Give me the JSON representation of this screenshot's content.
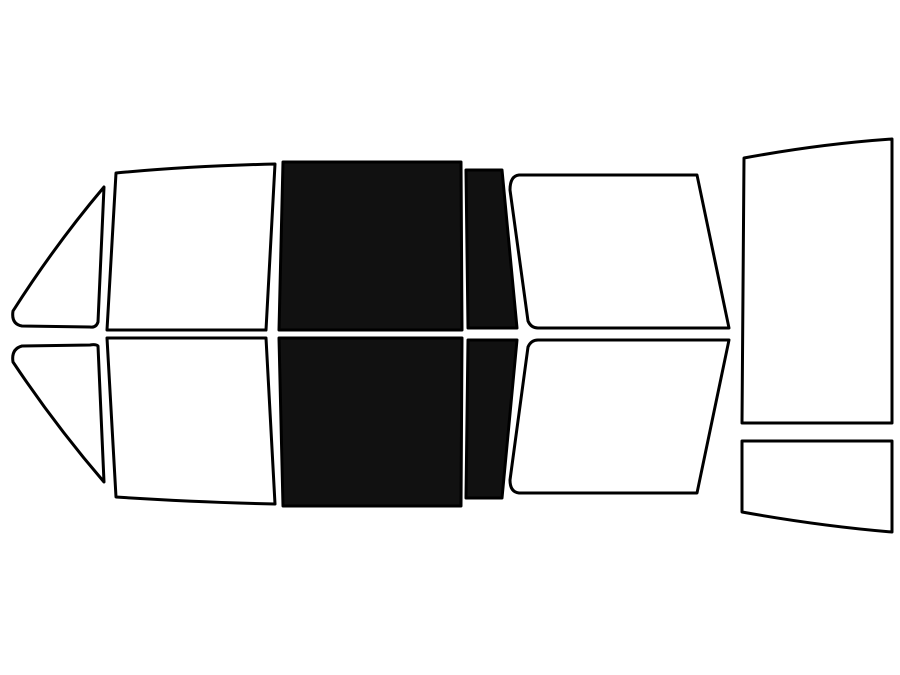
{
  "diagram": {
    "kind": "window-tint-template",
    "colors": {
      "background": "#ffffff",
      "outline": "#000000",
      "untinted_fill": "#ffffff",
      "tinted_fill": "#111111"
    },
    "panels": [
      {
        "id": "left-vent-window-top",
        "tinted": false
      },
      {
        "id": "left-front-window-top",
        "tinted": false
      },
      {
        "id": "left-rear-window-top",
        "tinted": true
      },
      {
        "id": "left-quarter-window-top",
        "tinted": true
      },
      {
        "id": "rear-side-window-top",
        "tinted": false
      },
      {
        "id": "left-vent-window-bottom",
        "tinted": false
      },
      {
        "id": "left-front-window-bottom",
        "tinted": false
      },
      {
        "id": "left-rear-window-bottom",
        "tinted": true
      },
      {
        "id": "left-quarter-window-bottom",
        "tinted": true
      },
      {
        "id": "rear-side-window-bottom",
        "tinted": false
      },
      {
        "id": "rear-windshield",
        "tinted": false
      },
      {
        "id": "rear-strip",
        "tinted": false
      }
    ]
  }
}
